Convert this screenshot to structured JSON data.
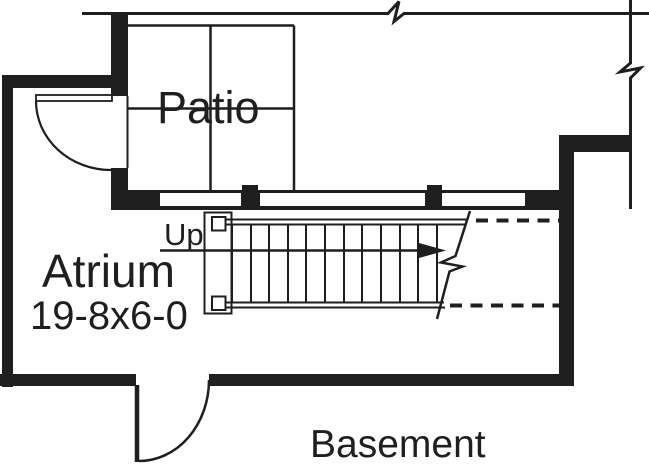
{
  "colors": {
    "ink": "#1f1f1f",
    "paper": "#ffffff"
  },
  "rooms": {
    "patio": {
      "label": "Patio"
    },
    "atrium": {
      "label": "Atrium",
      "dimensions": "19-8x6-0"
    },
    "basement": {
      "label": "Basement"
    }
  },
  "stairs": {
    "up_label": "Up"
  }
}
